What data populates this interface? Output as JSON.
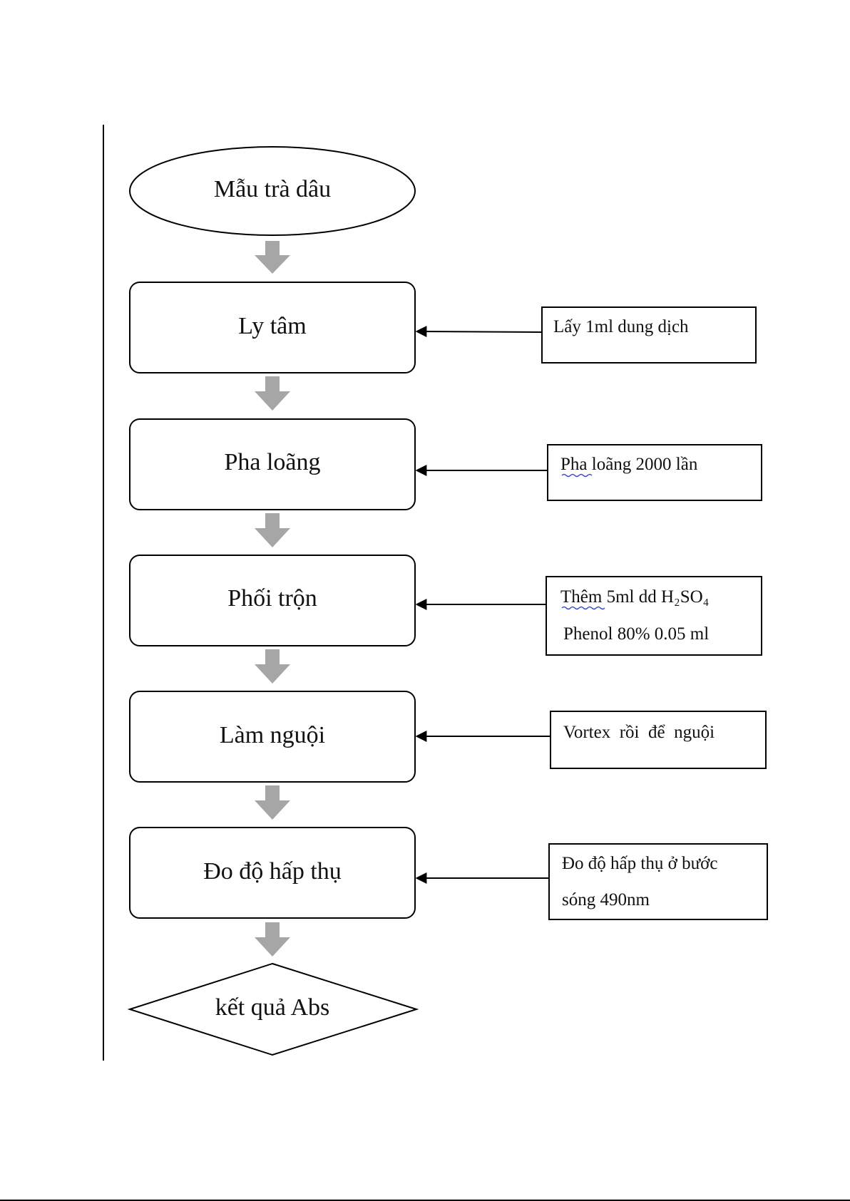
{
  "steps": [
    {
      "id": "start",
      "shape": "ellipse",
      "label": "Mẫu trà dâu"
    },
    {
      "id": "centrifuge",
      "shape": "rounded-rect",
      "label": "Ly tâm"
    },
    {
      "id": "dilute",
      "shape": "rounded-rect",
      "label": "Pha loãng"
    },
    {
      "id": "mix",
      "shape": "rounded-rect",
      "label": "Phối trộn"
    },
    {
      "id": "cool",
      "shape": "rounded-rect",
      "label": "Làm nguội"
    },
    {
      "id": "measure",
      "shape": "rounded-rect",
      "label": "Đo độ hấp thụ"
    },
    {
      "id": "result",
      "shape": "diamond",
      "label": "kết quả Abs"
    }
  ],
  "notes": [
    {
      "target": "centrifuge",
      "lines": [
        "Lấy 1ml dung dịch"
      ]
    },
    {
      "target": "dilute",
      "lines": [
        "Pha loãng 2000 lần"
      ]
    },
    {
      "target": "mix",
      "lines": [
        "Thêm 5ml dd H₂SO₄",
        "Phenol 80% 0.05 ml"
      ]
    },
    {
      "target": "cool",
      "lines": [
        "Vortex  rồi  để  nguội"
      ]
    },
    {
      "target": "measure",
      "lines": [
        "Đo độ hấp thụ ở bước",
        "sóng 490nm"
      ]
    }
  ],
  "colors": {
    "stroke": "#000000",
    "flow_arrow": "#a6a6a6",
    "spellcheck_underline": "#3b4bd1"
  }
}
